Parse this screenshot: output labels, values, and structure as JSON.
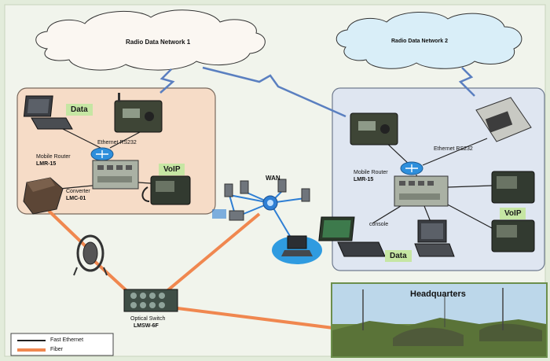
{
  "networks": {
    "net1_label": "Radio Data Network 1",
    "net2_label": "Radio Data Network 2",
    "wan_label": "WAN"
  },
  "left_site": {
    "data_tag": "Data",
    "voip_tag": "VoIP",
    "ethernet_label": "Ethernet RS232",
    "router_label": "Mobile Router",
    "router_model": "LMR-15",
    "converter_label": "Converter",
    "converter_model": "LMC-01"
  },
  "right_site": {
    "ethernet_label": "Ethernet RS232",
    "router_label": "Mobile Router",
    "router_model": "LMR-15",
    "console_label": "console",
    "voip_tag": "VoIP",
    "data_tag": "Data"
  },
  "switch": {
    "label": "Optical Switch",
    "model": "LMSW-6F"
  },
  "hq": {
    "label": "Headquarters"
  },
  "legend": {
    "items": [
      {
        "label": "Fast Ethernet",
        "color": "#222222"
      },
      {
        "label": "Fiber",
        "color": "#f0874f"
      }
    ]
  },
  "colors": {
    "left_panel": "#f6dcc7",
    "right_panel": "#dfe6f1",
    "cloud1": "#fbf7f2",
    "cloud2": "#d9eef8",
    "fiber": "#f0874f",
    "radio_link": "#5a7fc0",
    "tag_bg": "#c6e6a3"
  }
}
